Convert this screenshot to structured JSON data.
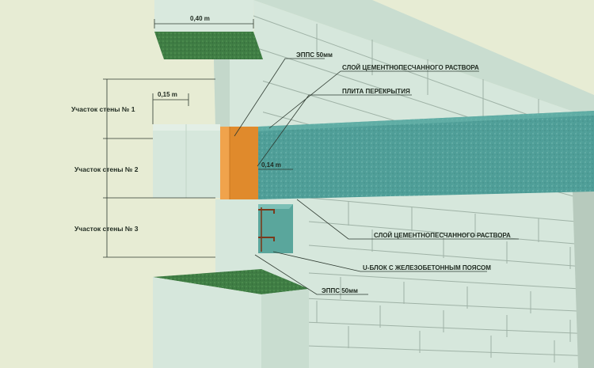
{
  "dimensions": {
    "top_width": "0,40 m",
    "side_width": "0,15 m",
    "slab_height": "0,14 m"
  },
  "zones": [
    "Участок стены № 1",
    "Участок стены № 2",
    "Участок стены № 3"
  ],
  "callouts": {
    "epps_top": "ЭППС 50мм",
    "mortar_top": "СЛОЙ ЦЕМЕНТНОПЕСЧАННОГО РАСТВОРА",
    "slab": "ПЛИТА ПЕРЕКРЫТИЯ",
    "mortar_bottom": "СЛОЙ ЦЕМЕНТНОПЕСЧАННОГО РАСТВОРА",
    "ublock": "U-БЛОК С ЖЕЛЕЗОБЕТОННЫМ ПОЯСОМ",
    "epps_bottom": "ЭППС 50мм"
  },
  "colors": {
    "background": "#e7ecd4",
    "block": "#d6e7dc",
    "block_shadow": "#bcd3c4",
    "slab": "#4f9e98",
    "insulation": "#e08a2c",
    "top_surface": "#3f7d44"
  }
}
